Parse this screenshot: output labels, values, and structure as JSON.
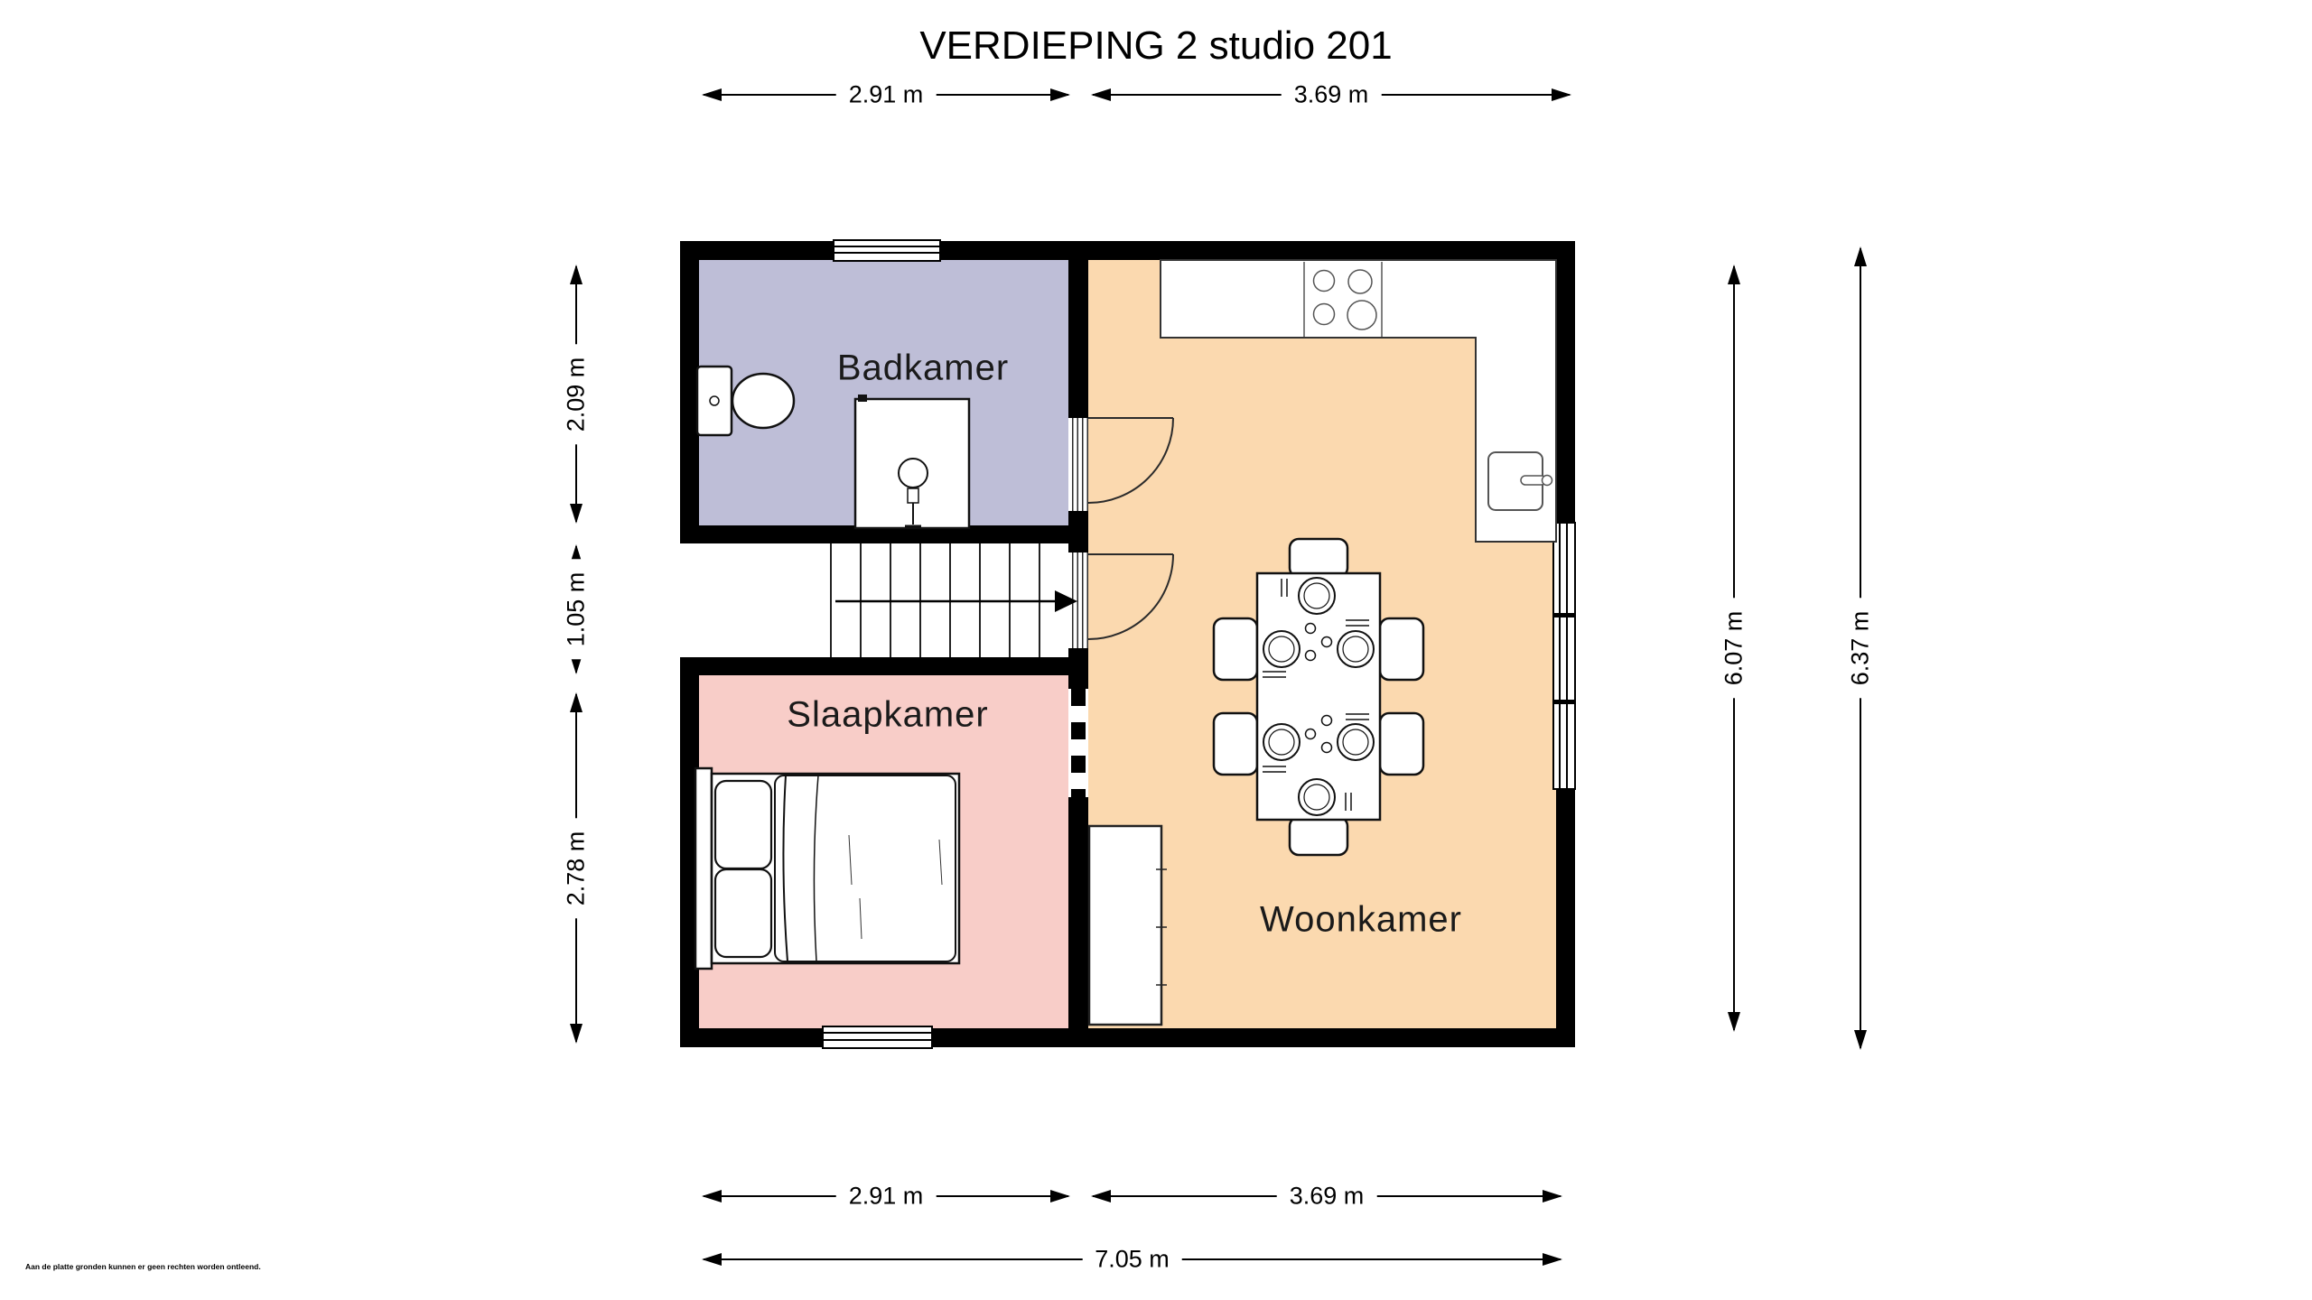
{
  "title": "VERDIEPING 2 studio 201",
  "disclaimer": "Aan de platte gronden kunnen er geen rechten worden ontleend.",
  "rooms": {
    "bathroom": {
      "label": "Badkamer",
      "color": "#bebed7"
    },
    "bedroom": {
      "label": "Slaapkamer",
      "color": "#f8cdc8"
    },
    "living": {
      "label": "Woonkamer",
      "color": "#fbd9af"
    }
  },
  "dimensions": {
    "top_left": "2.91 m",
    "top_right": "3.69 m",
    "left_upper": "2.09 m",
    "left_middle": "1.05 m",
    "left_lower": "2.78 m",
    "right_inner": "6.07 m",
    "right_outer": "6.37 m",
    "bottom_left": "2.91 m",
    "bottom_right": "3.69 m",
    "bottom_total": "7.05 m"
  },
  "colors": {
    "wall": "#000000",
    "line": "#1a1a1a"
  }
}
